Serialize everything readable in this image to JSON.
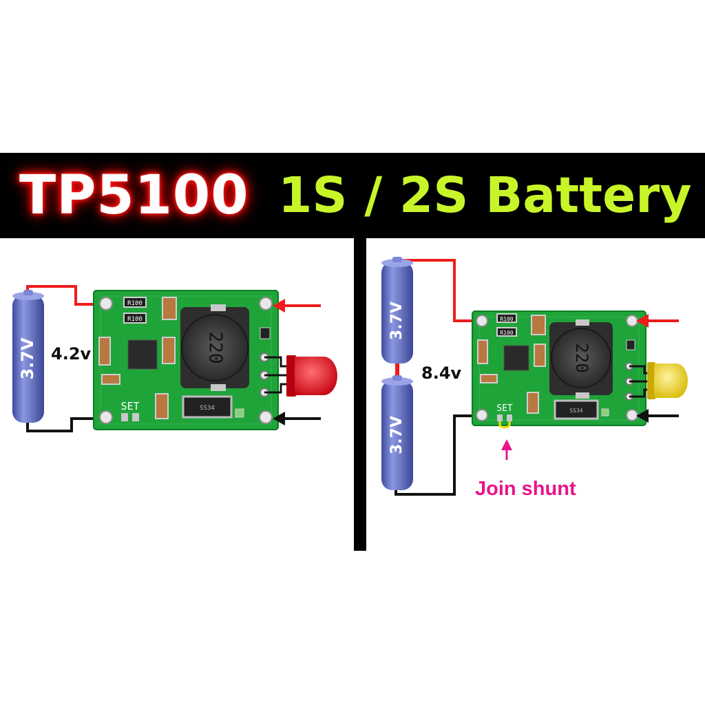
{
  "title": {
    "model": "TP5100",
    "subtitle": "1S / 2S Battery"
  },
  "left_panel": {
    "cell_label": "3.7V",
    "output_voltage": "4.2v",
    "set_label": "SET",
    "resistor_code": "R100",
    "inductor_code": "220",
    "diode_code": "SS34",
    "led_color": "#e8141e"
  },
  "right_panel": {
    "cell_top_label": "3.7V",
    "cell_bottom_label": "3.7V",
    "output_voltage": "8.4v",
    "set_label": "SET",
    "resistor_code": "R100",
    "inductor_code": "220",
    "diode_code": "SS34",
    "annotation": "Join shunt",
    "led_color": "#f2d400"
  },
  "colors": {
    "positive_wire": "#ee1c1c",
    "negative_wire": "#111111",
    "pcb": "#1fa43a",
    "battery": "#5e6fc4",
    "annotation": "#e8148a",
    "title_accent": "#c8f52a"
  }
}
